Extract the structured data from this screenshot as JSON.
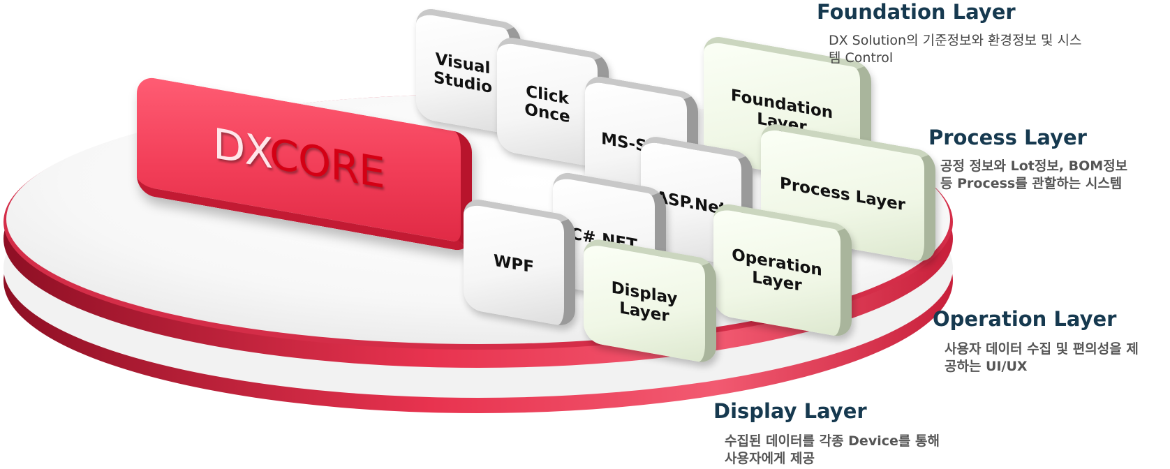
{
  "core_logo": {
    "part1": "DX",
    "part2": "CORE"
  },
  "tech_cards": [
    {
      "name": "visual-studio",
      "label": "Visual\nStudio"
    },
    {
      "name": "click-once",
      "label": "Click Once"
    },
    {
      "name": "ms-sql",
      "label": "MS-SQL"
    },
    {
      "name": "asp-net",
      "label": "ASP.Net"
    },
    {
      "name": "csharp-net",
      "label": "C#.NET"
    },
    {
      "name": "wpf",
      "label": "WPF"
    }
  ],
  "layer_cards": [
    {
      "name": "foundation",
      "label": "Foundation\nLayer"
    },
    {
      "name": "process",
      "label": "Process Layer"
    },
    {
      "name": "operation",
      "label": "Operation\nLayer"
    },
    {
      "name": "display",
      "label": "Display\nLayer"
    }
  ],
  "layers": [
    {
      "title": "Foundation Layer",
      "desc": "DX Solution의 기준정보와 환경정보 및 시스\n템 Control"
    },
    {
      "title": "Process Layer",
      "desc": "공정 정보와 Lot정보, BOM정보\n등 Process를 관할하는 시스템"
    },
    {
      "title": "Operation Layer",
      "desc": "사용자 데이터 수집 및 편의성을 제\n공하는 UI/UX"
    },
    {
      "title": "Display Layer",
      "desc": "수집된 데이터를 각종 Device를 통해\n사용자에게 제공"
    }
  ],
  "colors": {
    "platform_red": "#e8334f",
    "platform_dark_red": "#b31a33",
    "heading_navy": "#16394f",
    "layer_card_green": "#f0f7e6"
  }
}
